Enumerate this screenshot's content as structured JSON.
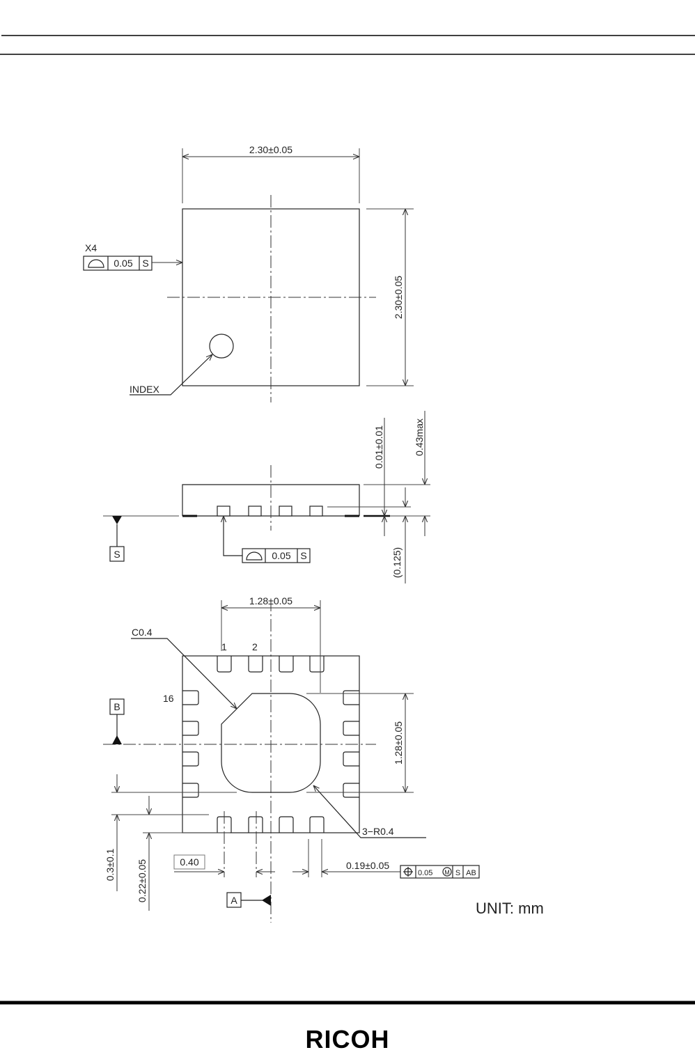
{
  "top_view": {
    "width_dim": "2.30±0.05",
    "height_dim": "2.30±0.05",
    "flatness_count": "X4",
    "flatness_fcf": {
      "symbol": "surface-profile",
      "tolerance": "0.05",
      "datum": "S"
    },
    "index_label": "INDEX"
  },
  "side_view": {
    "datum_label": "S",
    "fcf": {
      "symbol": "surface-profile",
      "tolerance": "0.05",
      "datum": "S"
    },
    "standoff_dim": "0.01±0.01",
    "height_dim": "0.43max",
    "pad_height_dim": "(0.125)"
  },
  "bottom_view": {
    "pad_span_dim": "1.28±0.05",
    "chamfer_label": "C0.4",
    "pin1_label": "1",
    "pin2_label": "2",
    "pin16_label": "16",
    "datum_b": "B",
    "datum_a": "A",
    "epad_height_dim": "1.28±0.05",
    "radius_label": "3−R0.4",
    "dim_03": "0.3±0.1",
    "dim_022": "0.22±0.05",
    "pitch_dim": "0.40",
    "pad_width_dim": "0.19±0.05",
    "position_fcf": {
      "symbol": "position",
      "tolerance": "0.05",
      "modifier": "M",
      "datum1": "S",
      "datum2": "AB"
    }
  },
  "unit_label": "UNIT: mm",
  "footer": {
    "logo": "RICOH"
  }
}
